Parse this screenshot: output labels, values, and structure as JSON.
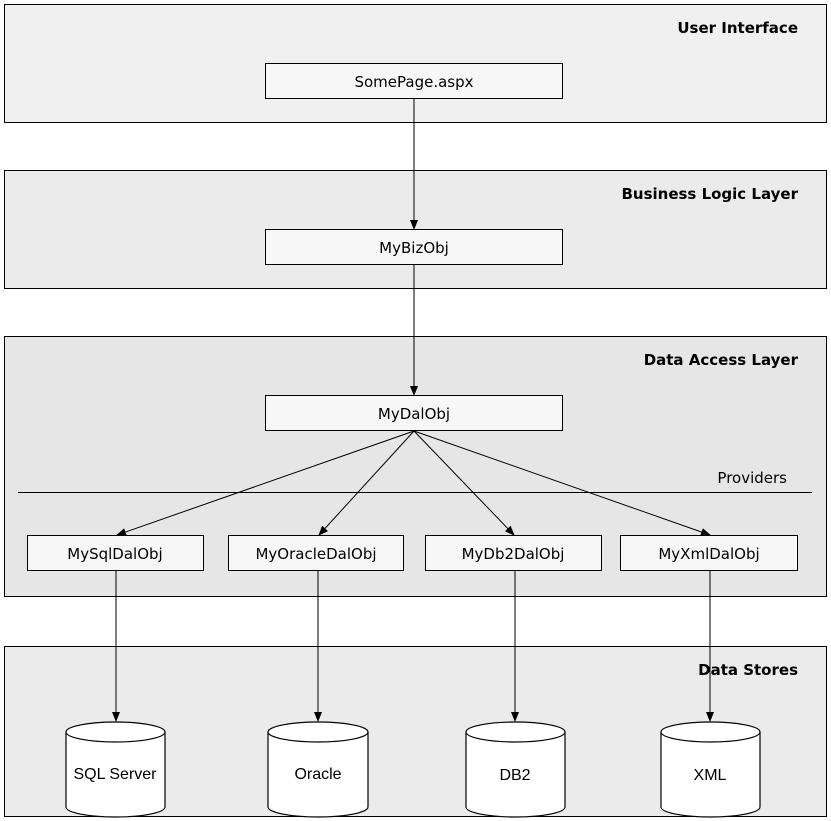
{
  "layers": {
    "ui": {
      "title": "User Interface",
      "fill": "#f0f0f0"
    },
    "biz": {
      "title": "Business Logic Layer",
      "fill": "#ebebeb"
    },
    "dal": {
      "title": "Data Access Layer",
      "fill": "#e6e6e6"
    },
    "stores": {
      "title": "Data Stores",
      "fill": "#ebebeb"
    }
  },
  "boxes": {
    "somepage": "SomePage.aspx",
    "mybizobj": "MyBizObj",
    "mydalobj": "MyDalObj",
    "mysqldalobj": "MySqlDalObj",
    "myoracledalobj": "MyOracleDalObj",
    "mydb2dalobj": "MyDb2DalObj",
    "myxmldalobj": "MyXmlDalObj"
  },
  "providers_label": "Providers",
  "databases": {
    "sqlserver": "SQL Server",
    "oracle": "Oracle",
    "db2": "DB2",
    "xml": "XML"
  },
  "edges": [
    {
      "from": "SomePage.aspx",
      "to": "MyBizObj"
    },
    {
      "from": "MyBizObj",
      "to": "MyDalObj"
    },
    {
      "from": "MyDalObj",
      "to": "MySqlDalObj"
    },
    {
      "from": "MyDalObj",
      "to": "MyOracleDalObj"
    },
    {
      "from": "MyDalObj",
      "to": "MyDb2DalObj"
    },
    {
      "from": "MyDalObj",
      "to": "MyXmlDalObj"
    },
    {
      "from": "MySqlDalObj",
      "to": "SQL Server"
    },
    {
      "from": "MyOracleDalObj",
      "to": "Oracle"
    },
    {
      "from": "MyDb2DalObj",
      "to": "DB2"
    },
    {
      "from": "MyXmlDalObj",
      "to": "XML"
    }
  ]
}
